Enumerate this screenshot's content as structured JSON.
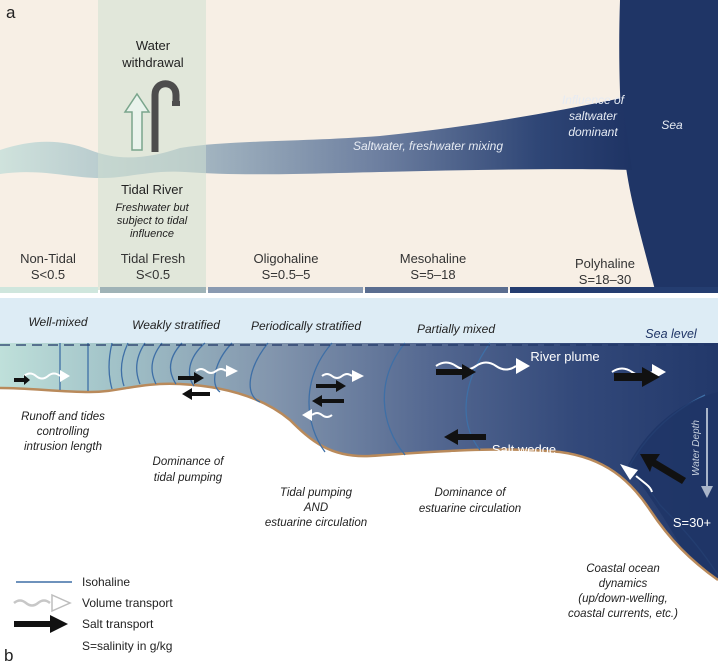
{
  "panel_a": {
    "label": "a",
    "water_withdrawal": [
      "Water",
      "withdrawal"
    ],
    "tidal_river_title": "Tidal River",
    "tidal_river_desc": [
      "Freshwater but",
      "subject to tidal",
      "influence"
    ],
    "mixing_label": "Saltwater, freshwater mixing",
    "influence_label": [
      "Influence of",
      "saltwater",
      "dominant"
    ],
    "sea_label": "Sea",
    "zones": [
      {
        "name": "Non-Tidal",
        "range": "S<0.5",
        "color": "#cfe6dd"
      },
      {
        "name": "Tidal Fresh",
        "range": "S<0.5",
        "color": "#9fb3b7"
      },
      {
        "name": "Oligohaline",
        "range": "S=0.5–5",
        "color": "#8a9ab1"
      },
      {
        "name": "Mesohaline",
        "range": "S=5–18",
        "color": "#5a6d90"
      },
      {
        "name": "Polyhaline",
        "range": "S=18–30",
        "color": "#243d70"
      }
    ]
  },
  "panel_b": {
    "label": "b",
    "regimes": [
      "Well-mixed",
      "Weakly stratified",
      "Periodically stratified",
      "Partially mixed"
    ],
    "sea_level": "Sea level",
    "river_plume": "River plume",
    "salt_wedge": "Salt wedge",
    "water_depth": "Water Depth",
    "sea_salinity": "S=30+",
    "annotations": {
      "runoff": [
        "Runoff and tides",
        "controlling",
        "intrusion length"
      ],
      "tidal_pumping": [
        "Dominance of",
        "tidal pumping"
      ],
      "tidal_and_estuarine": [
        "Tidal pumping",
        "AND",
        "estuarine circulation"
      ],
      "estuarine": [
        "Dominance of",
        "estuarine circulation"
      ],
      "coastal": [
        "Coastal ocean",
        "dynamics",
        "(up/down-welling,",
        "coastal currents, etc.)"
      ]
    },
    "legend": {
      "isohaline": "Isohaline",
      "volume_transport": "Volume transport",
      "salt_transport": "Salt transport",
      "salinity_note": "S=salinity in g/kg"
    }
  },
  "colors": {
    "sand": "#f7efe5",
    "sky": "#ddecf5",
    "navy": "#1f3566",
    "seabed": "#b98a5b",
    "isohaline": "#3e6fa6"
  }
}
